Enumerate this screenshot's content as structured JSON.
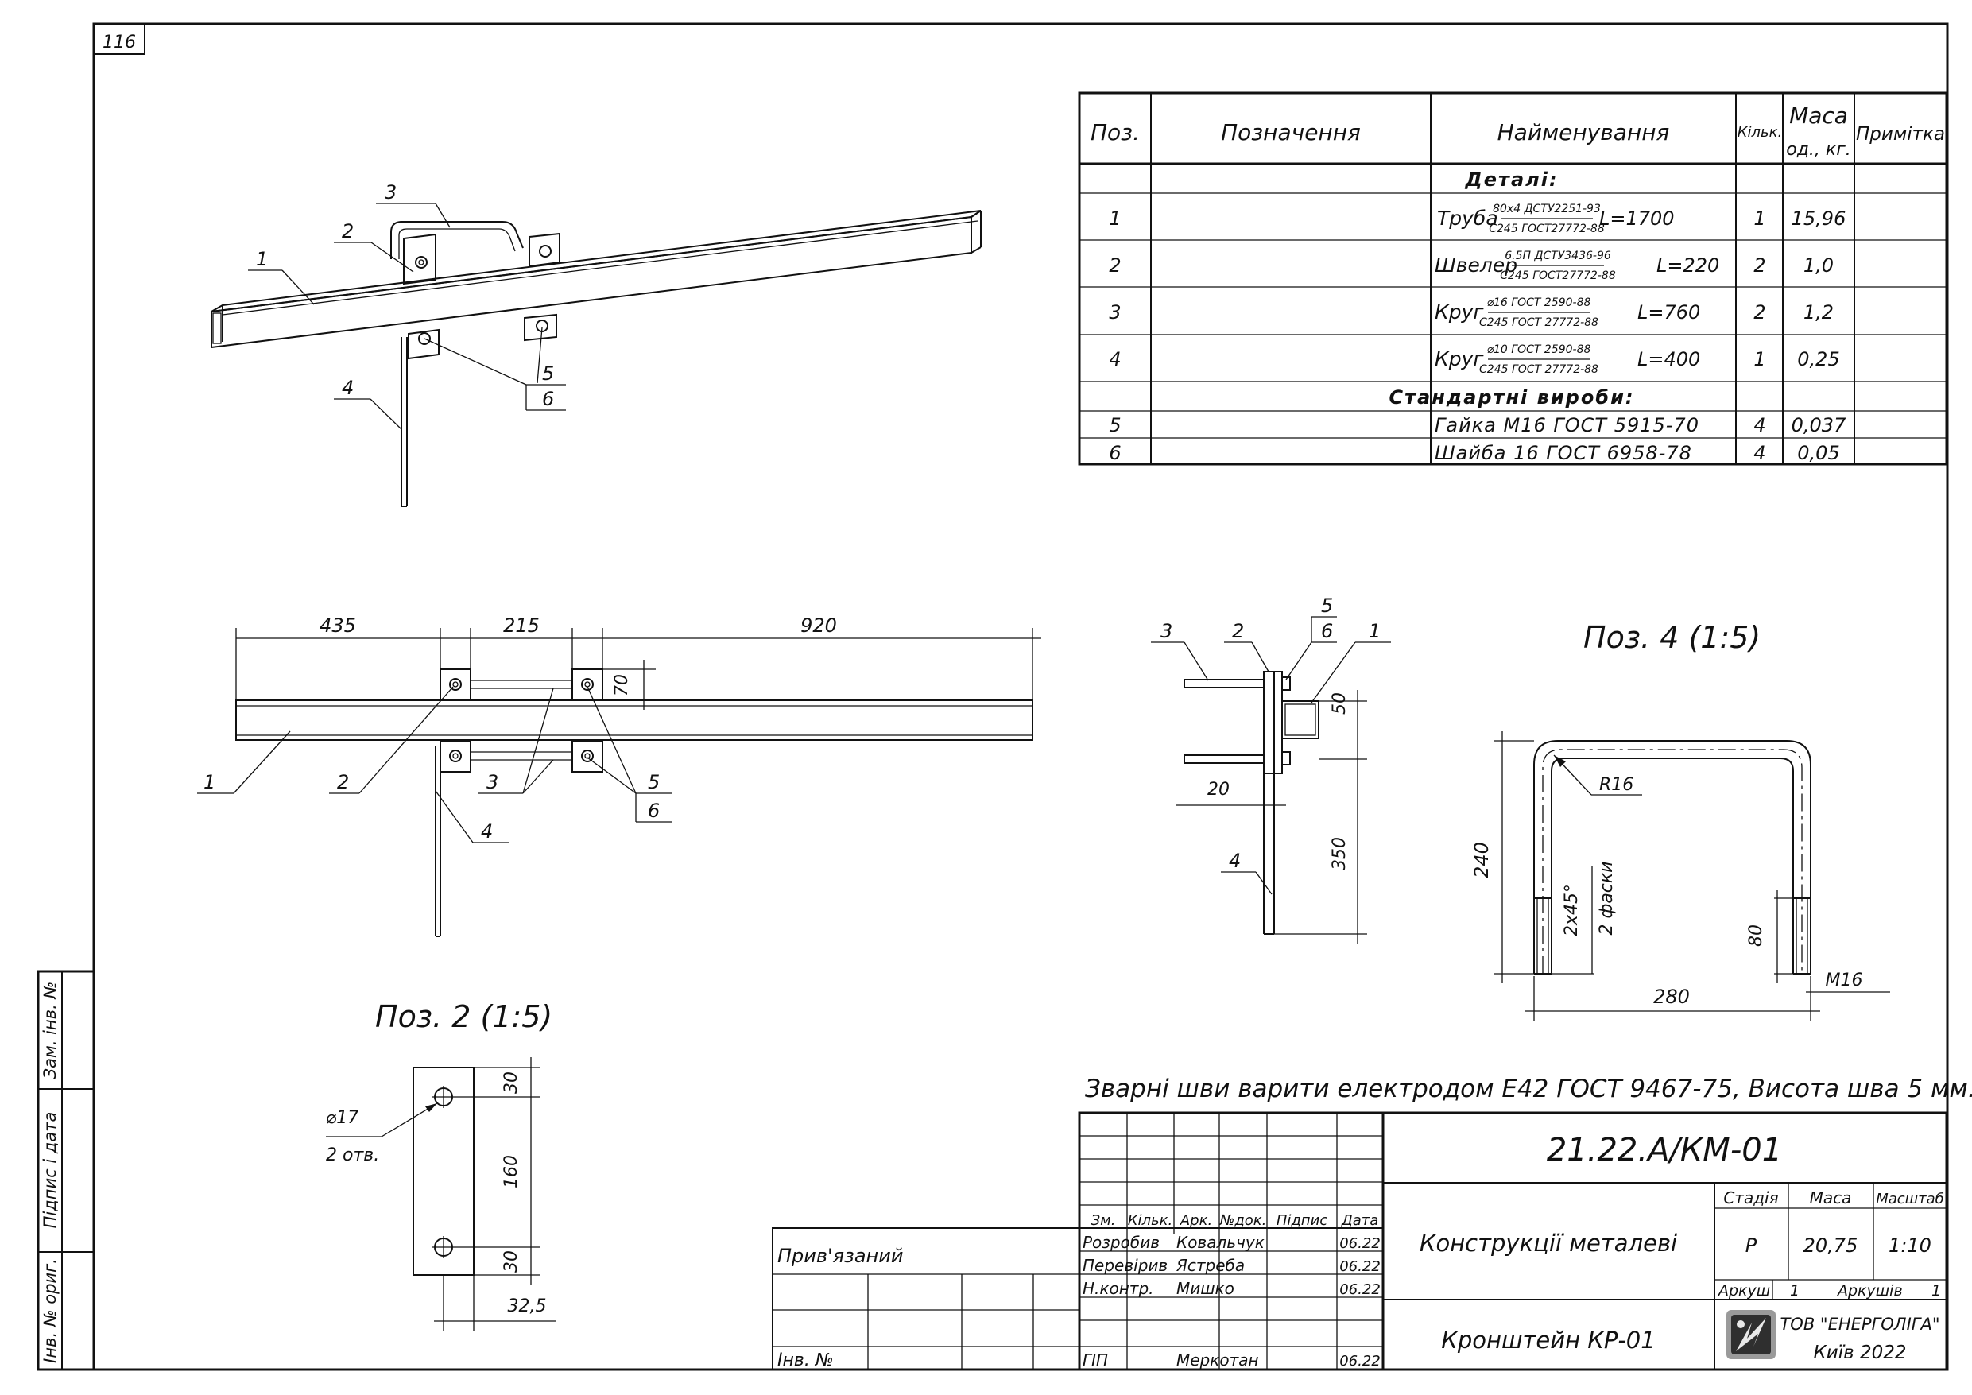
{
  "sheet_number": "116",
  "spec_table": {
    "headers": {
      "pos": "Поз.",
      "designation": "Позначення",
      "name": "Найменування",
      "qty": "Кільк.",
      "mass_1": "Маса",
      "mass_2": "од., кг.",
      "note": "Примітка"
    },
    "section_parts": "Деталі:",
    "section_standard": "Стандартні вироби:",
    "rows": [
      {
        "pos": "1",
        "name_a": "Труба",
        "frac_top": "80х4 ДСТУ2251-93",
        "frac_bottom": "С245 ГОСТ27772-88",
        "name_b": "L=1700",
        "qty": "1",
        "mass": "15,96"
      },
      {
        "pos": "2",
        "name_a": "Швелер",
        "frac_top": "6.5П ДСТУ3436-96",
        "frac_bottom": "С245 ГОСТ27772-88",
        "name_b": "L=220",
        "qty": "2",
        "mass": "1,0"
      },
      {
        "pos": "3",
        "name_a": "Круг",
        "frac_top": "⌀16 ГОСТ 2590-88",
        "frac_bottom": "С245 ГОСТ 27772-88",
        "name_b": "L=760",
        "qty": "2",
        "mass": "1,2"
      },
      {
        "pos": "4",
        "name_a": "Круг",
        "frac_top": "⌀10 ГОСТ 2590-88",
        "frac_bottom": "С245 ГОСТ 27772-88",
        "name_b": "L=400",
        "qty": "1",
        "mass": "0,25"
      },
      {
        "pos": "5",
        "name": "Гайка М16 ГОСТ 5915-70",
        "qty": "4",
        "mass": "0,037"
      },
      {
        "pos": "6",
        "name": "Шайба 16 ГОСТ 6958-78",
        "qty": "4",
        "mass": "0,05"
      }
    ]
  },
  "iso_labels": {
    "p1": "1",
    "p2": "2",
    "p3": "3",
    "p4": "4",
    "p5": "5",
    "p6": "6"
  },
  "plan_view": {
    "dim_435": "435",
    "dim_215": "215",
    "dim_920": "920",
    "dim_70": "70",
    "l1": "1",
    "l2": "2",
    "l3": "3",
    "l4": "4",
    "l5": "5",
    "l6": "6"
  },
  "side_view": {
    "l3": "3",
    "l2": "2",
    "l5": "5",
    "l6": "6",
    "l1": "1",
    "l4": "4",
    "dim_50": "50",
    "dim_20": "20",
    "dim_350": "350"
  },
  "pos4": {
    "title": "Поз. 4 (1:5)",
    "radius": "R16",
    "dim_240": "240",
    "chamfer_1": "2х45°",
    "chamfer_2": "2 фаски",
    "dim_80": "80",
    "dim_280": "280",
    "thread": "М16"
  },
  "pos2": {
    "title": "Поз. 2 (1:5)",
    "hole_dia": "⌀17",
    "holes": "2 отв.",
    "dim_30a": "30",
    "dim_160": "160",
    "dim_30b": "30",
    "dim_325": "32,5"
  },
  "weld_note": "Зварні шви варити електродом Е42 ГОСТ 9467-75, Висота шва 5 мм.",
  "title_block": {
    "code": "21.22.А/КМ-01",
    "col_headers": [
      "Зм.",
      "Кільк.",
      "Арк.",
      "№док.",
      "Підпис",
      "Дата"
    ],
    "signers": [
      {
        "role": "Розробив",
        "name": "Ковальчук",
        "date": "06.22"
      },
      {
        "role": "Перевірив",
        "name": "Ястреба",
        "date": "06.22"
      },
      {
        "role": "Н.контр.",
        "name": "Мишко",
        "date": "06.22"
      },
      {
        "role": "ГІП",
        "name": "Меркотан",
        "date": "06.22"
      }
    ],
    "project": "Конструкції металеві",
    "drawing": "Кронштейн КР-01",
    "stage_label": "Стадія",
    "mass_label": "Маса",
    "scale_label": "Масштаб",
    "stage": "Р",
    "mass": "20,75",
    "scale": "1:10",
    "sheet_label": "Аркуш",
    "sheet": "1",
    "sheets_label": "Аркушів",
    "sheets": "1",
    "company": "ТОВ \"ЕНЕРГОЛІГА\"",
    "city": "Київ 2022",
    "bound": "Прив'язаний",
    "inv_no": "Інв. №"
  },
  "side_stamp": {
    "zam": "Зам. інв. №",
    "sign": "Підпис і дата",
    "inv": "Інв. № ориг."
  }
}
